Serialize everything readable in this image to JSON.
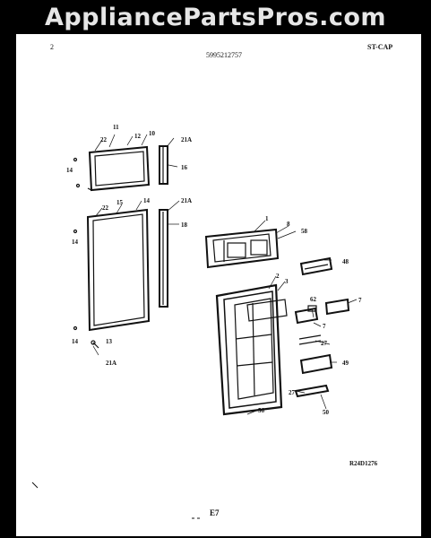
{
  "watermark": "AppliancePartsPros.com",
  "header": {
    "page_number": "2",
    "part_number": "5995212757",
    "section_code": "ST-CAP"
  },
  "footer": {
    "diagram_id": "R24D1276",
    "page_code": "E7"
  },
  "callouts": {
    "upper_door": [
      "11",
      "22",
      "12",
      "10",
      "14"
    ],
    "upper_gasket": [
      "21A",
      "16"
    ],
    "lower_door": [
      "22",
      "15",
      "14",
      "14",
      "14",
      "13",
      "21A"
    ],
    "lower_gasket": [
      "21A",
      "18"
    ],
    "inner_door": [
      "1",
      "8",
      "58",
      "48",
      "2",
      "3",
      "62",
      "7",
      "7",
      "27",
      "49",
      "27",
      "50",
      "56"
    ]
  }
}
